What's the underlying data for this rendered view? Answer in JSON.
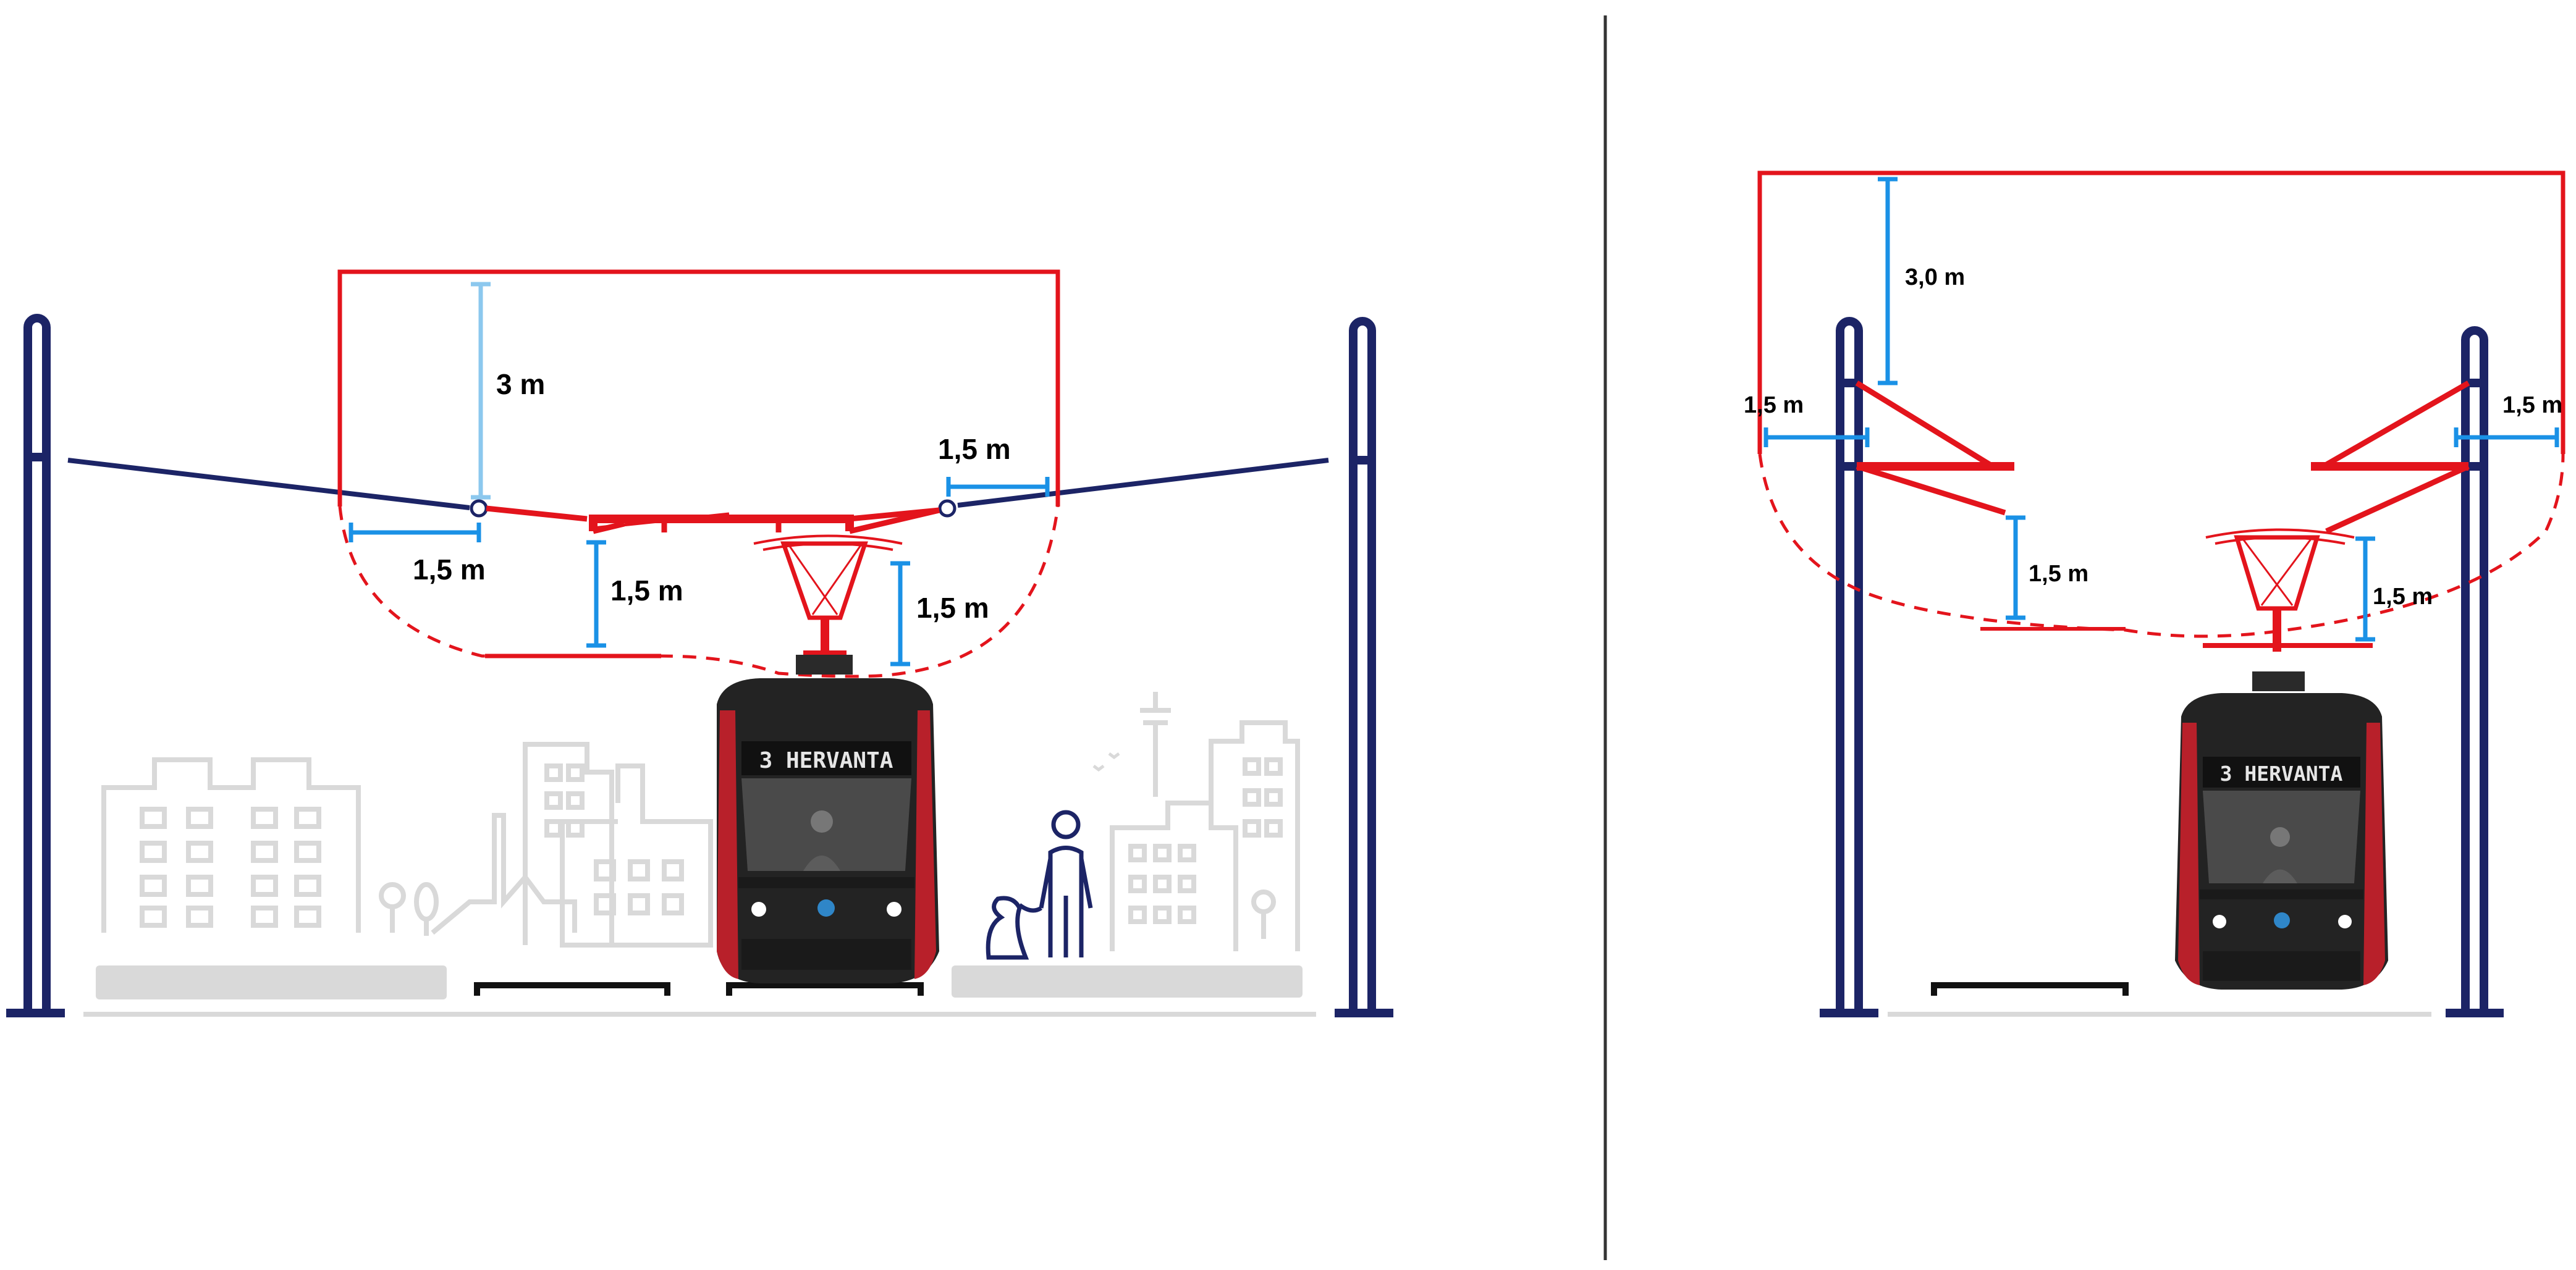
{
  "colors": {
    "clearance": "#e3141c",
    "dimension": "#1a91e6",
    "dimension_light": "#8cc8ee",
    "pole": "#1c2466",
    "city": "#d9d9d9",
    "divider": "#333333",
    "tram_body": "#232323",
    "tram_red": "#b8202a",
    "tram_display": "#111111"
  },
  "left_diagram": {
    "labels": {
      "top_height": "3 m",
      "left_offset": "1,5 m",
      "right_offset": "1,5 m",
      "center_height": "1,5 m",
      "pantograph_height": "1,5 m"
    },
    "tram_destination": "3 HERVANTA"
  },
  "right_diagram": {
    "labels": {
      "top_height": "3,0 m",
      "left_offset": "1,5 m",
      "right_offset": "1,5 m",
      "arm_height": "1,5 m",
      "pantograph_height": "1,5 m"
    },
    "tram_destination": "3 HERVANTA"
  }
}
